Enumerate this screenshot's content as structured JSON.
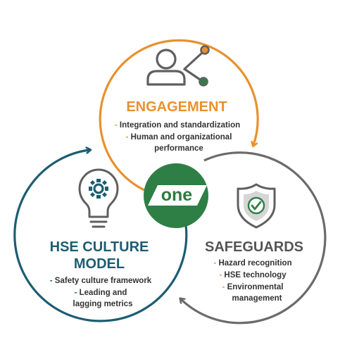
{
  "colors": {
    "orange": "#e8912e",
    "teal": "#1c5d72",
    "gray": "#6b6b6b",
    "green": "#2e7f45",
    "icon_gray": "#5f5f5f",
    "text": "#333333"
  },
  "center": {
    "label": "one"
  },
  "engagement": {
    "title": "ENGAGEMENT",
    "bullets": [
      {
        "line1": "Integration and standardization",
        "line2": ""
      },
      {
        "line1": "Human and organizational",
        "line2": "performance"
      }
    ],
    "icon": "person-network-icon"
  },
  "culture": {
    "title_line1": "HSE CULTURE",
    "title_line2": "MODEL",
    "bullets": [
      {
        "line1": "Safety culture framework",
        "line2": ""
      },
      {
        "line1": "Leading and",
        "line2": "lagging metrics"
      }
    ],
    "icon": "lightbulb-gear-icon"
  },
  "safeguards": {
    "title": "SAFEGUARDS",
    "bullets": [
      {
        "line1": "Hazard recognition",
        "line2": ""
      },
      {
        "line1": "HSE technology",
        "line2": ""
      },
      {
        "line1": "Environmental",
        "line2": "management"
      }
    ],
    "icon": "shield-check-icon"
  }
}
